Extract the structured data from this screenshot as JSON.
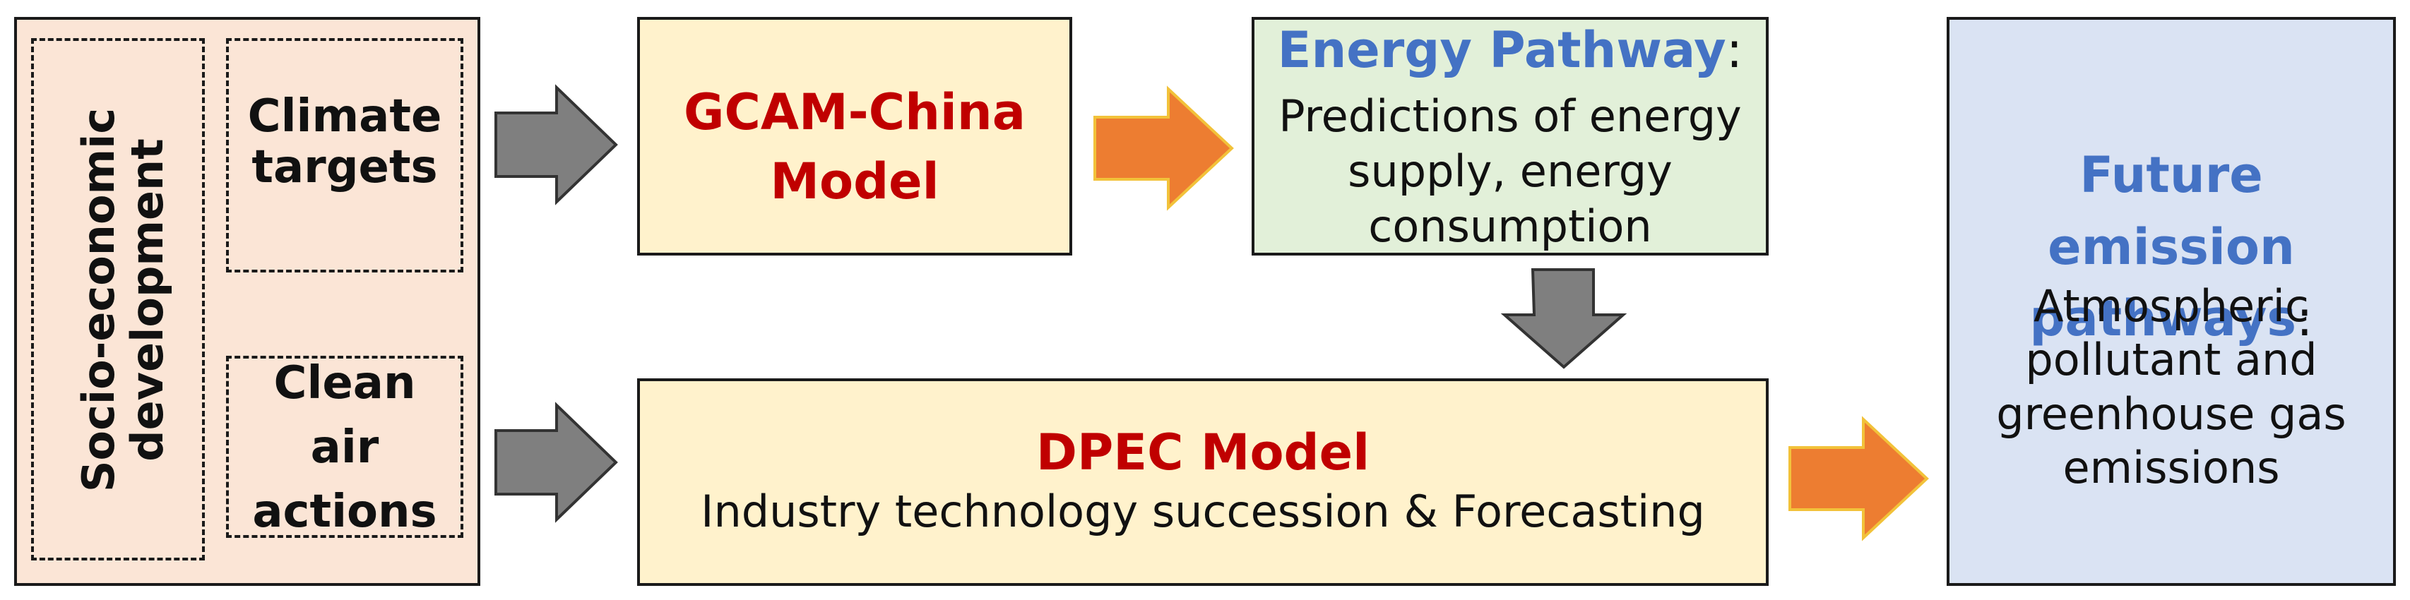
{
  "inputs": {
    "socio": "Socio-economic development",
    "climate": "Climate targets",
    "clean_air": "Clean air actions"
  },
  "gcam": {
    "title": "GCAM-China Model"
  },
  "energy": {
    "title": "Energy Pathway",
    "colon": ":",
    "desc": "Predictions of energy supply, energy consumption"
  },
  "dpec": {
    "title": "DPEC Model",
    "desc": "Industry technology succession & Forecasting"
  },
  "future": {
    "title": "Future emission pathways",
    "colon": ":",
    "desc": "Atmospheric pollutant and greenhouse gas emissions"
  },
  "colors": {
    "input_fill": "#fbe5d6",
    "model_fill": "#fff2cc",
    "energy_fill": "#e2f0d9",
    "future_fill": "#dae3f3",
    "title_red": "#c00000",
    "title_blue": "#4472c4",
    "arrow_gray": "#7f7f7f",
    "arrow_orange": "#ed7d31"
  }
}
